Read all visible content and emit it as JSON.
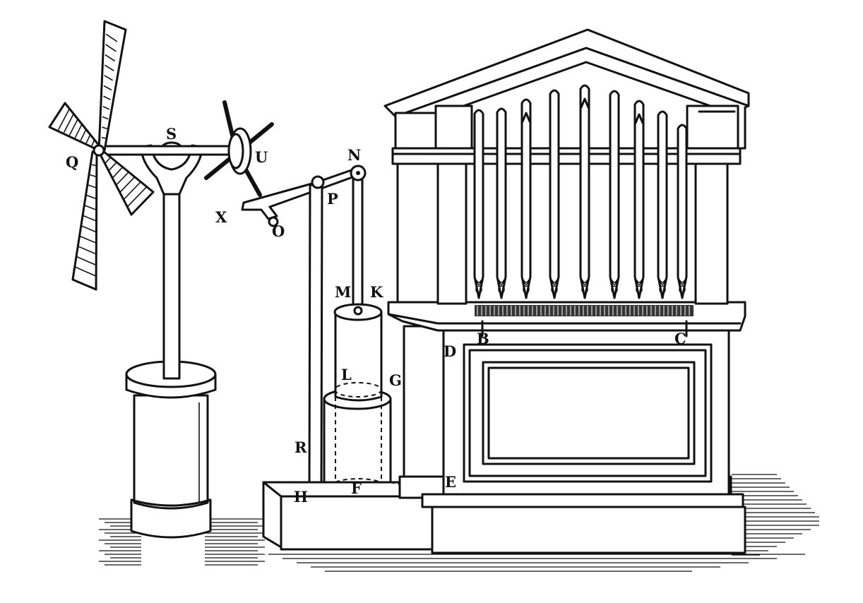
{
  "labels": {
    "Q": "Q",
    "S": "S",
    "U": "U",
    "X": "X",
    "O": "O",
    "N": "N",
    "P": "P",
    "M": "M",
    "K": "K",
    "L": "L",
    "G": "G",
    "R": "R",
    "H": "H",
    "F": "F",
    "D": "D",
    "B": "B",
    "C": "C",
    "E": "E"
  },
  "colors": {
    "ink": "#111111",
    "paper": "#ffffff"
  }
}
